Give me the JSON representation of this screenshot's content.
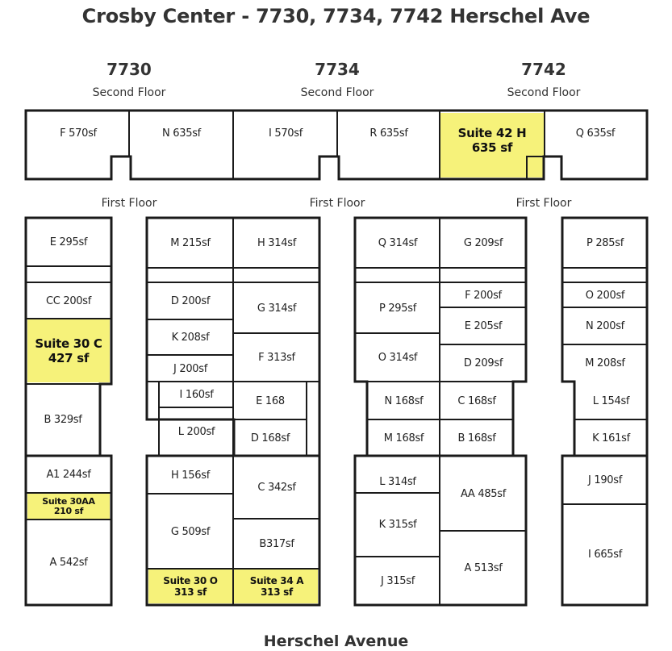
{
  "title": "Crosby Center - 7730, 7734, 7742 Herschel Ave",
  "street": "Herschel Avenue",
  "highlight_color": "#f6f27a",
  "buildings": [
    {
      "number": "7730",
      "second_floor_label": "Second Floor",
      "first_floor_label": "First Floor"
    },
    {
      "number": "7734",
      "second_floor_label": "Second Floor",
      "first_floor_label": "First Floor"
    },
    {
      "number": "7742",
      "second_floor_label": "Second Floor",
      "first_floor_label": "First Floor"
    }
  ],
  "units": {
    "s_f": "F 570sf",
    "s_n": "N 635sf",
    "s_i": "I 570sf",
    "s_r": "R 635sf",
    "s_42h_1": "Suite 42 H",
    "s_42h_2": "635 sf",
    "s_q": "Q 635sf",
    "a_e": "E 295sf",
    "a_cc": "CC 200sf",
    "a_30c_1": "Suite 30 C",
    "a_30c_2": "427 sf",
    "a_b": "B 329sf",
    "a_a1": "A1 244sf",
    "a_30aa_1": "Suite 30AA",
    "a_30aa_2": "210 sf",
    "a_a": "A 542sf",
    "b_m": "M 215sf",
    "b_d": "D 200sf",
    "b_k": "K 208sf",
    "b_j": "J 200sf",
    "b_i": "I 160sf",
    "b_l": "L 200sf",
    "b_h": "H 156sf",
    "b_g": "G 509sf",
    "b_30o_1": "Suite 30 O",
    "b_30o_2": "313 sf",
    "c_h": "H 314sf",
    "c_g": "G 314sf",
    "c_f": "F 313sf",
    "c_e": "E 168",
    "c_d": "D 168sf",
    "c_c": "C 342sf",
    "c_b": "B317sf",
    "c_34a_1": "Suite 34 A",
    "c_34a_2": "313 sf",
    "d_q": "Q 314sf",
    "d_p": "P 295sf",
    "d_o": "O 314sf",
    "d_n": "N 168sf",
    "d_m": "M 168sf",
    "d_l": "L 314sf",
    "d_k": "K 315sf",
    "d_j": "J 315sf",
    "e_g": "G 209sf",
    "e_f": "F 200sf",
    "e_e": "E 205sf",
    "e_d": "D 209sf",
    "e_c": "C 168sf",
    "e_b": "B 168sf",
    "e_aa": "AA 485sf",
    "e_a": "A 513sf",
    "f_p": "P 285sf",
    "f_o": "O 200sf",
    "f_n": "N 200sf",
    "f_m": "M 208sf",
    "f_l": "L 154sf",
    "f_k": "K 161sf",
    "f_j": "J 190sf",
    "f_i": "I 665sf"
  }
}
